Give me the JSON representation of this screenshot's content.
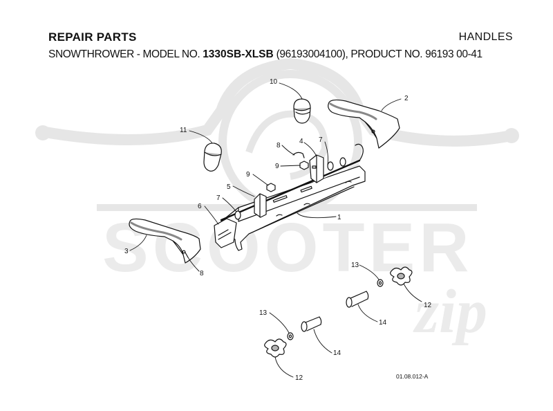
{
  "header": {
    "title": "REPAIR PARTS",
    "section": "HANDLES",
    "subtitle_prefix": "SNOWTHROWER - MODEL NO. ",
    "model": "1330SB-XLSB",
    "subtitle_suffix": " (96193004100), PRODUCT NO. 96193 00-41"
  },
  "reference_code": "01.08.012-A",
  "watermark_text": "SCOOTER zip",
  "callouts": {
    "c1": "1",
    "c2": "2",
    "c3": "3",
    "c4": "4",
    "c5": "5",
    "c6": "6",
    "c7a": "7",
    "c7b": "7",
    "c8a": "8",
    "c8b": "8",
    "c9a": "9",
    "c9b": "9",
    "c10": "10",
    "c11": "11",
    "c12a": "12",
    "c12b": "12",
    "c13a": "13",
    "c13b": "13",
    "c14a": "14",
    "c14b": "14"
  }
}
